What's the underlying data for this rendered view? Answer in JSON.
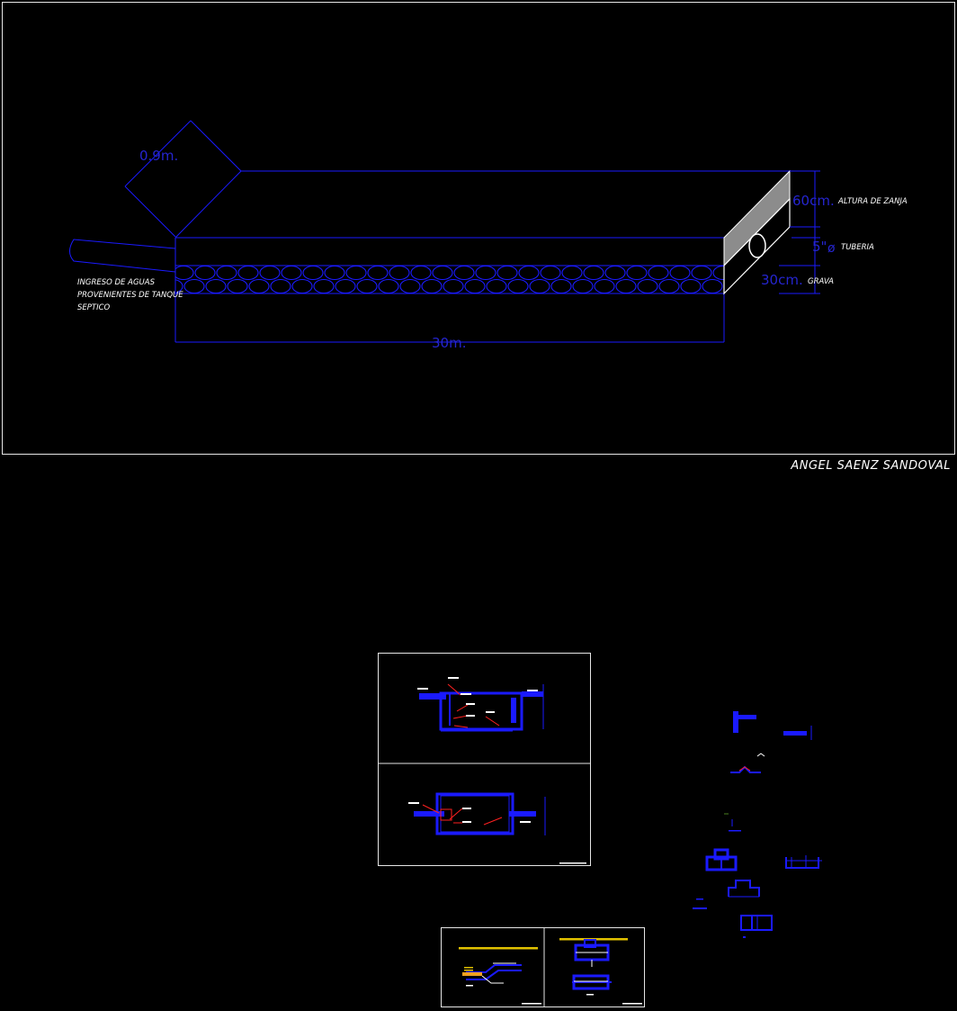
{
  "colors": {
    "background": "#000000",
    "frame": "#e6e6e6",
    "blue": "#1a1aff",
    "dim_blue": "#2525d0",
    "gray_fill": "#8c8c8c",
    "white": "#ffffff",
    "red": "#ff2020",
    "yellow": "#e0c000",
    "orange": "#f0a020"
  },
  "main_drawing": {
    "dim_width": "0.9m.",
    "dim_height": "60cm.",
    "dim_height_label": "ALTURA DE ZANJA",
    "dim_pipe": "5\"",
    "dim_pipe_symbol": "ø",
    "dim_pipe_label": "TUBERIA",
    "dim_gravel": "30cm.",
    "dim_gravel_label": "GRAVA",
    "dim_length": "30m.",
    "inlet_note": [
      "INGRESO DE AGUAS",
      "PROVENIENTES DE TANQUE",
      "SEPTICO"
    ]
  },
  "author": "ANGEL SAENZ SANDOVAL"
}
